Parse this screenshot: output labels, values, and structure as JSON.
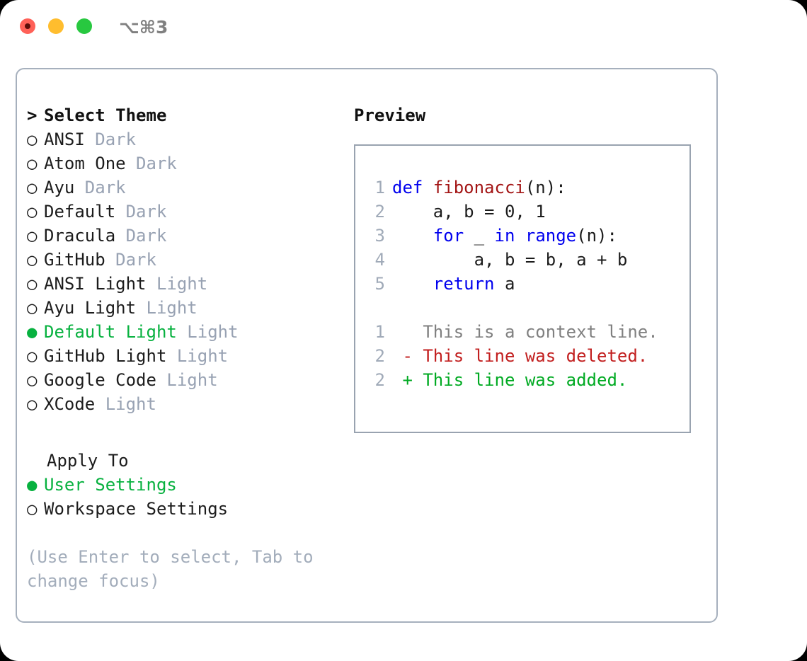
{
  "window": {
    "traffic_lights": [
      {
        "name": "close-button",
        "color": "#ff6158"
      },
      {
        "name": "minimize-button",
        "color": "#ffbd2e"
      },
      {
        "name": "maximize-button",
        "color": "#28c840"
      }
    ],
    "shortcut": "⌥⌘3"
  },
  "colors": {
    "selected_green": "#07b13f",
    "muted_gray": "#98a2b3",
    "hint_gray": "#a3adbb",
    "panel_border": "#a6b0bd",
    "preview_border": "#99a3b0",
    "keyword_blue": "#0000ee",
    "function_red": "#a31515",
    "diff_deleted": "#c21f1f",
    "diff_added": "#00aa22",
    "line_number": "#a0aab8"
  },
  "theme_list": {
    "header_prefix": ">",
    "header_label": "Select Theme",
    "bullet_unselected": "○",
    "bullet_selected": "●",
    "items": [
      {
        "name": "ANSI",
        "variant": "Dark",
        "selected": false
      },
      {
        "name": "Atom One",
        "variant": "Dark",
        "selected": false
      },
      {
        "name": "Ayu",
        "variant": "Dark",
        "selected": false
      },
      {
        "name": "Default",
        "variant": "Dark",
        "selected": false
      },
      {
        "name": "Dracula",
        "variant": "Dark",
        "selected": false
      },
      {
        "name": "GitHub",
        "variant": "Dark",
        "selected": false
      },
      {
        "name": "ANSI Light",
        "variant": "Light",
        "selected": false
      },
      {
        "name": "Ayu Light",
        "variant": "Light",
        "selected": false
      },
      {
        "name": "Default Light",
        "variant": "Light",
        "selected": true
      },
      {
        "name": "GitHub Light",
        "variant": "Light",
        "selected": false
      },
      {
        "name": "Google Code",
        "variant": "Light",
        "selected": false
      },
      {
        "name": "XCode",
        "variant": "Light",
        "selected": false
      }
    ]
  },
  "apply_to": {
    "label": "Apply To",
    "options": [
      {
        "label": "User Settings",
        "selected": true
      },
      {
        "label": "Workspace Settings",
        "selected": false
      }
    ]
  },
  "hint": "(Use Enter to select, Tab to change focus)",
  "preview": {
    "title": "Preview",
    "code_lines": [
      {
        "number": "1",
        "tokens": [
          {
            "text": "def ",
            "style": "kw"
          },
          {
            "text": "fibonacci",
            "style": "fn"
          },
          {
            "text": "(n):",
            "style": "plain"
          }
        ]
      },
      {
        "number": "2",
        "tokens": [
          {
            "text": "    a, b = 0, 1",
            "style": "plain"
          }
        ]
      },
      {
        "number": "3",
        "tokens": [
          {
            "text": "    ",
            "style": "plain"
          },
          {
            "text": "for",
            "style": "kw"
          },
          {
            "text": " _ ",
            "style": "plain"
          },
          {
            "text": "in",
            "style": "kw"
          },
          {
            "text": " ",
            "style": "plain"
          },
          {
            "text": "range",
            "style": "kw"
          },
          {
            "text": "(n):",
            "style": "plain"
          }
        ]
      },
      {
        "number": "4",
        "tokens": [
          {
            "text": "        a, b = b, a + b",
            "style": "plain"
          }
        ]
      },
      {
        "number": "5",
        "tokens": [
          {
            "text": "    ",
            "style": "plain"
          },
          {
            "text": "return",
            "style": "kw"
          },
          {
            "text": " a",
            "style": "plain"
          }
        ]
      }
    ],
    "diff_lines": [
      {
        "number": "1",
        "marker": " ",
        "text": "This is a context line.",
        "style": "ctx"
      },
      {
        "number": "2",
        "marker": "-",
        "text": "This line was deleted.",
        "style": "del"
      },
      {
        "number": "2",
        "marker": "+",
        "text": "This line was added.",
        "style": "add"
      }
    ]
  }
}
